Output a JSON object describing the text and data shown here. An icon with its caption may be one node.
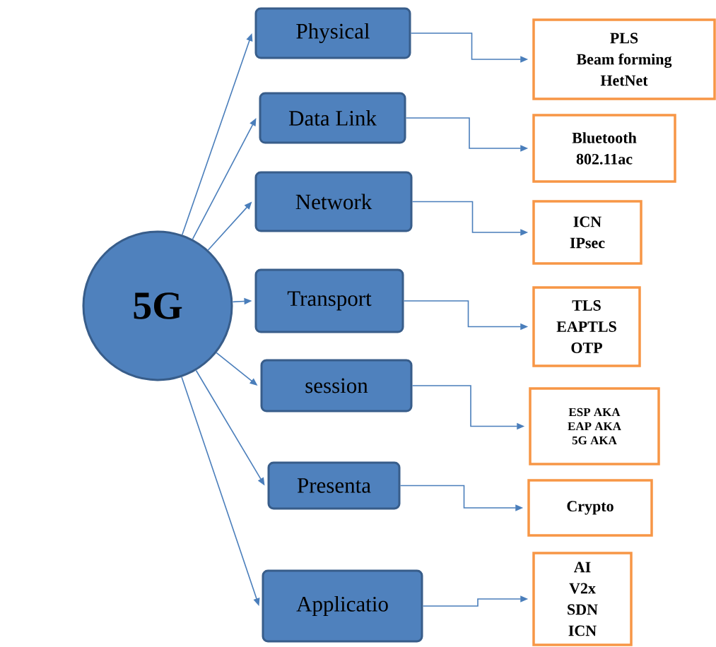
{
  "diagram": {
    "nodes": [
      {
        "text": [
          "5G"
        ]
      },
      {
        "text": [
          "Physical"
        ]
      },
      {
        "text": [
          "Data Link"
        ]
      },
      {
        "text": [
          "Network"
        ]
      },
      {
        "text": [
          "Transport"
        ]
      },
      {
        "text": [
          "session"
        ]
      },
      {
        "text": [
          "Presenta"
        ]
      },
      {
        "text": [
          "Applicatio"
        ]
      },
      {
        "text": [
          "PLS",
          "Beam forming",
          "HetNet"
        ]
      },
      {
        "text": [
          "Bluetooth",
          "802.11ac"
        ]
      },
      {
        "text": [
          "ICN",
          "IPsec"
        ]
      },
      {
        "text": [
          "TLS",
          "EAPTLS",
          "OTP"
        ]
      },
      {
        "text": [
          "ESP AKA",
          "EAP AKA",
          "5G AKA"
        ]
      },
      {
        "text": [
          "Crypto"
        ]
      },
      {
        "text": [
          "AI",
          "V2x",
          "SDN",
          "ICN"
        ]
      }
    ],
    "edges": [
      {
        "from": 0,
        "to": 1,
        "arrow": "to"
      },
      {
        "from": 0,
        "to": 2,
        "arrow": "to"
      },
      {
        "from": 0,
        "to": 3,
        "arrow": "to"
      },
      {
        "from": 0,
        "to": 4,
        "arrow": "to"
      },
      {
        "from": 0,
        "to": 5,
        "arrow": "to"
      },
      {
        "from": 0,
        "to": 6,
        "arrow": "to"
      },
      {
        "from": 0,
        "to": 7,
        "arrow": "to"
      },
      {
        "from": 1,
        "to": 8,
        "arrow": "to"
      },
      {
        "from": 2,
        "to": 9,
        "arrow": "to"
      },
      {
        "from": 3,
        "to": 10,
        "arrow": "to"
      },
      {
        "from": 4,
        "to": 11,
        "arrow": "to"
      },
      {
        "from": 5,
        "to": 12,
        "arrow": "to"
      },
      {
        "from": 6,
        "to": 13,
        "arrow": "to"
      },
      {
        "from": 7,
        "to": 14,
        "arrow": "to"
      }
    ]
  }
}
